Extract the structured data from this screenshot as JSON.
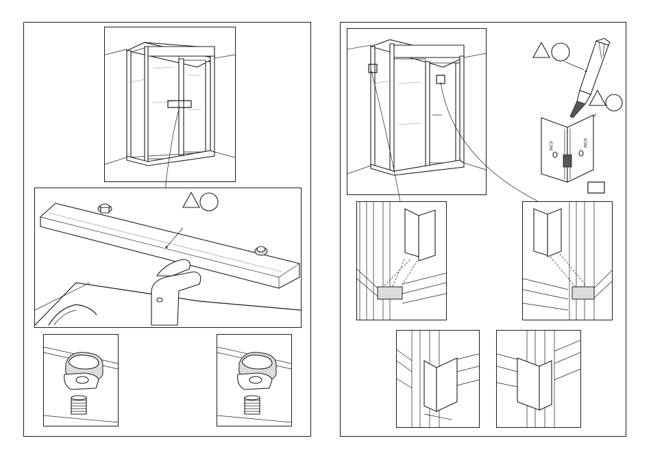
{
  "pages": [
    {
      "id": "left",
      "description_visible": false
    },
    {
      "id": "right",
      "description_visible": false
    }
  ],
  "callouts": [
    {
      "id": "shelf-callout",
      "symbols": [
        "warning-triangle-icon",
        "circle-icon"
      ]
    },
    {
      "id": "sealant-callout",
      "symbols": [
        "warning-triangle-icon",
        "circle-icon"
      ]
    },
    {
      "id": "profile-callout",
      "symbols": [
        "warning-triangle-icon",
        "circle-icon"
      ]
    }
  ],
  "profile_labels": {
    "left_face": "ICINI",
    "right_face": "ICINI"
  },
  "colors": {
    "ink": "#1a1a1a",
    "paper": "#ffffff",
    "shade": "#dcdcdc"
  }
}
